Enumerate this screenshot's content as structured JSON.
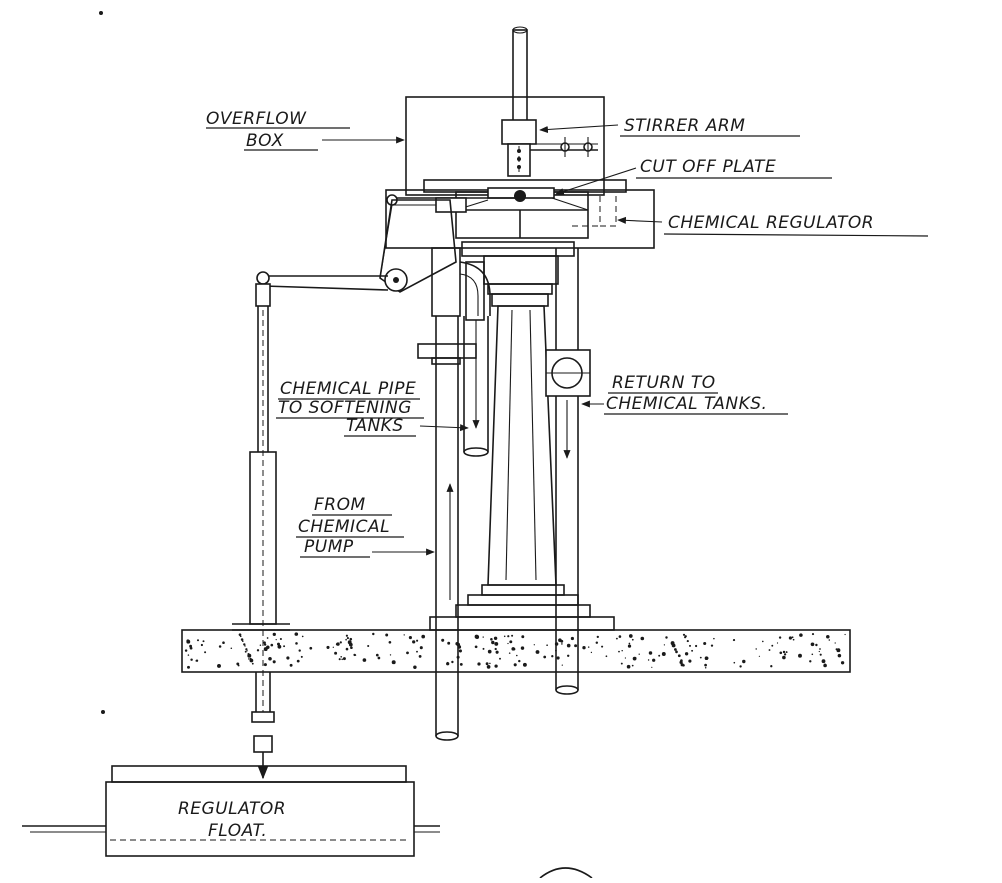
{
  "labels": {
    "overflow_box_1": "OVERFLOW",
    "overflow_box_2": "BOX",
    "stirrer_arm": "STIRRER ARM",
    "cut_off_plate": "CUT OFF PLATE",
    "chemical_regulator": "CHEMICAL REGULATOR",
    "chemical_pipe_1": "CHEMICAL PIPE",
    "chemical_pipe_2": "TO SOFTENING",
    "chemical_pipe_3": "TANKS",
    "return_1": "RETURN TO",
    "return_2": "CHEMICAL TANKS.",
    "from_pump_1": "FROM",
    "from_pump_2": "CHEMICAL",
    "from_pump_3": "PUMP",
    "float_1": "REGULATOR",
    "float_2": "FLOAT."
  },
  "colors": {
    "ink": "#1a1a1a",
    "paper": "#ffffff"
  }
}
